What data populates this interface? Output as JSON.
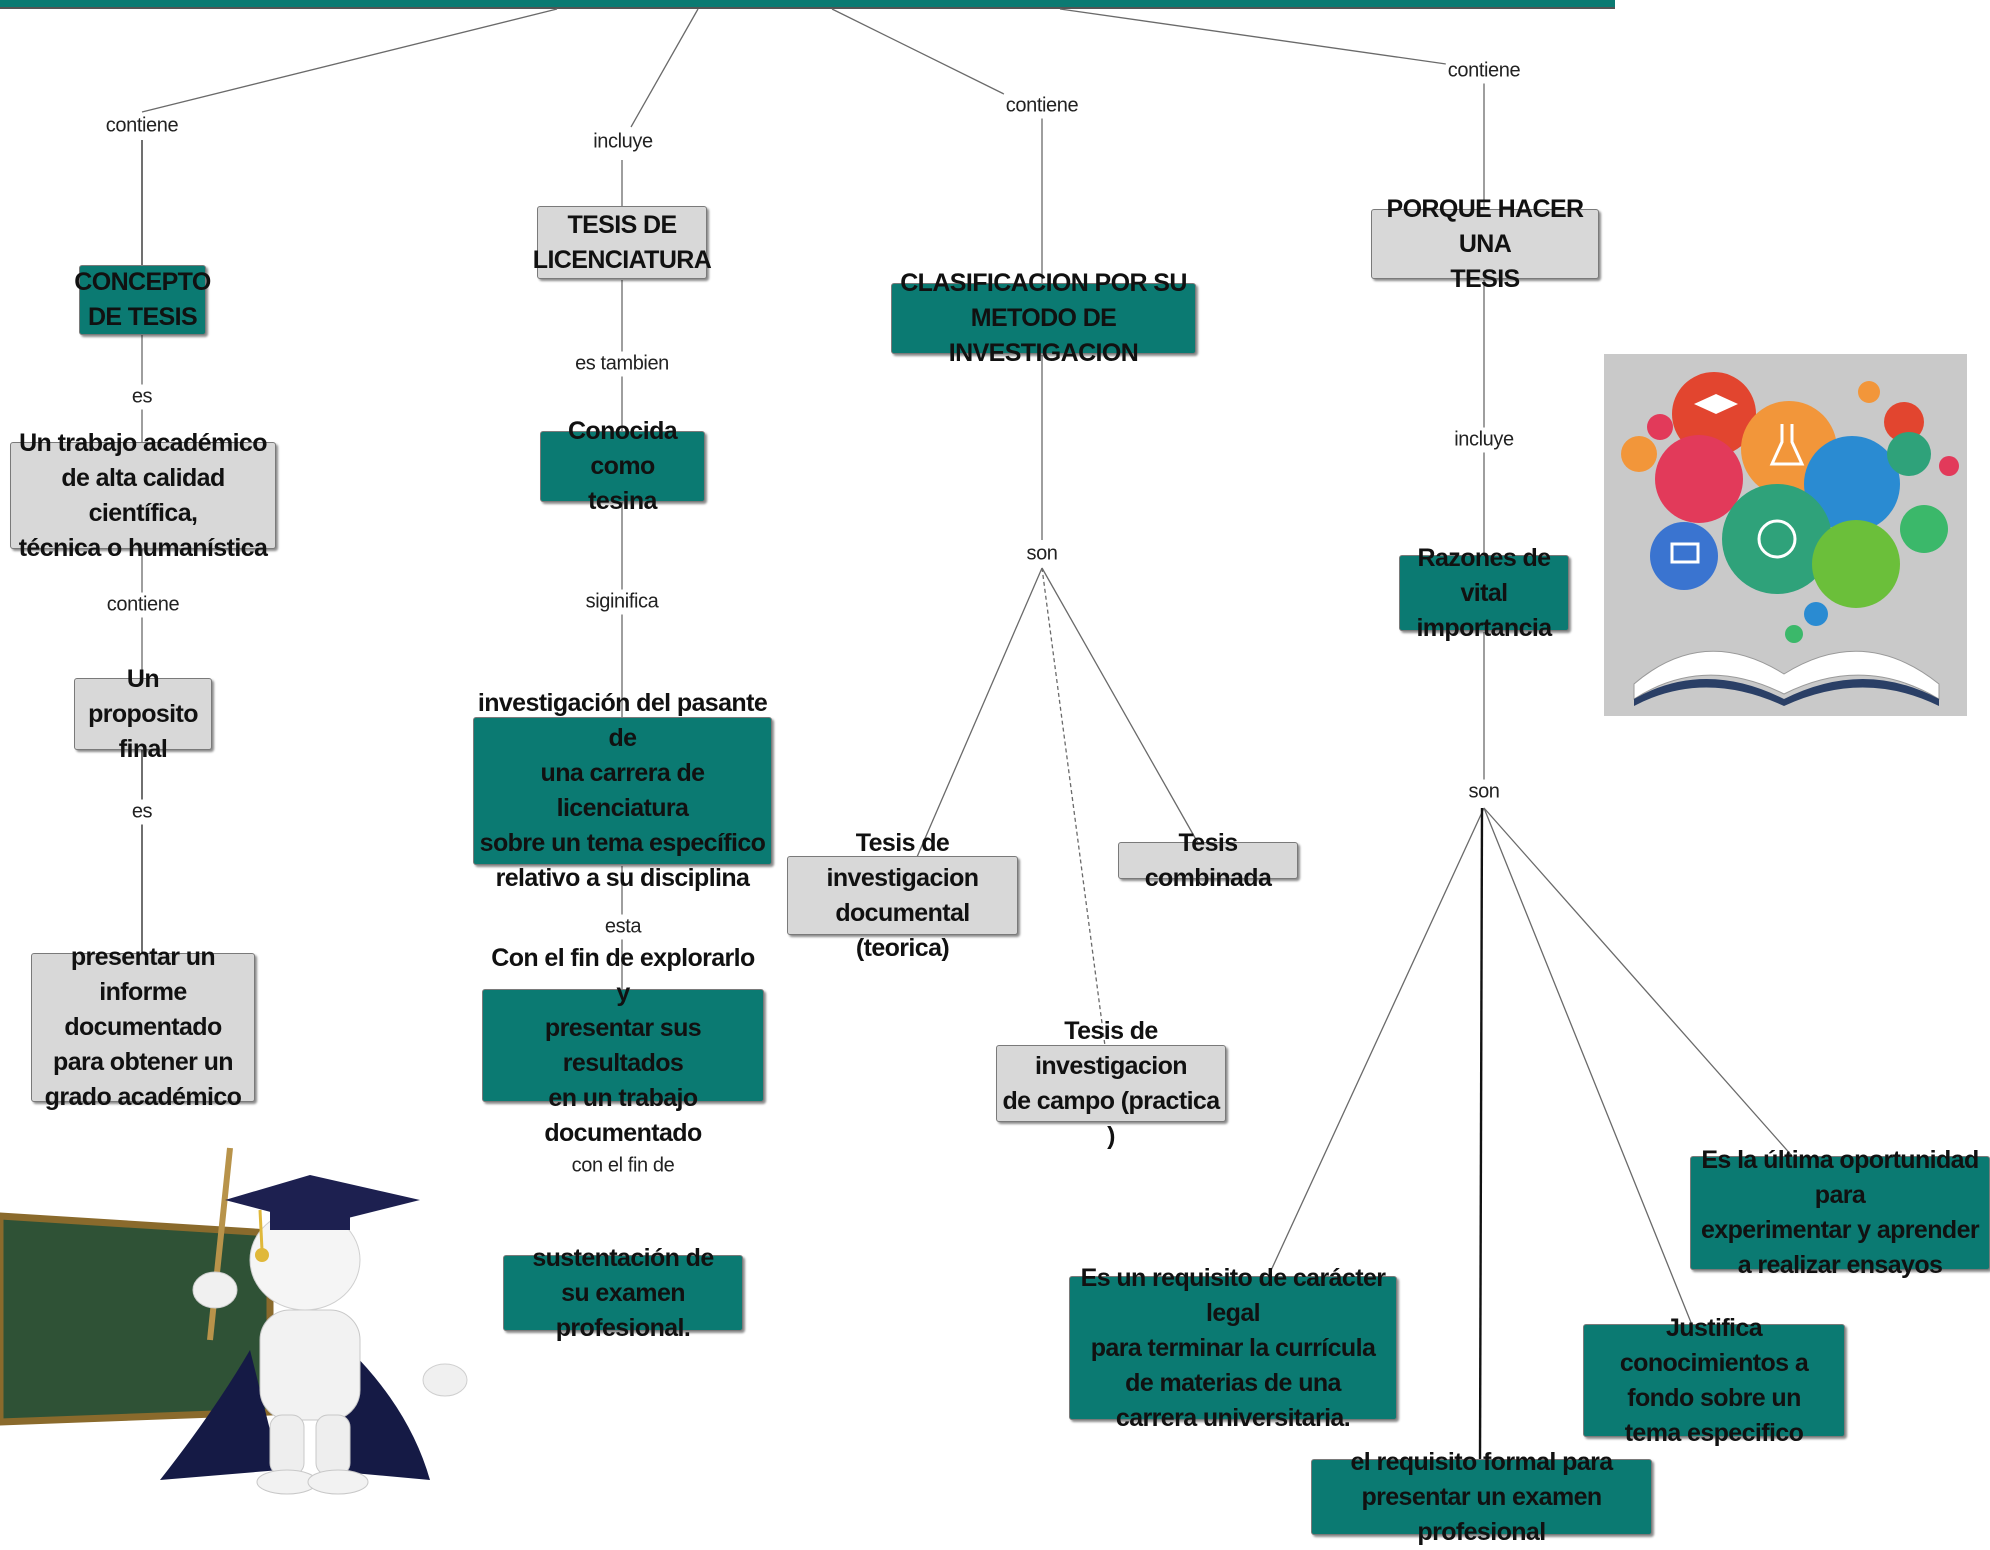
{
  "linking_words": {
    "contiene_1": "contiene",
    "incluye_1": "incluye",
    "contiene_2": "contiene",
    "contiene_3": "contiene",
    "es_1": "es",
    "contiene_4": "contiene",
    "es_2": "es",
    "es_tambien": "es tambien",
    "siginifica": "siginifica",
    "esta": "esta",
    "con_el_fin_de": "con el fin de",
    "son_1": "son",
    "incluye_2": "incluye",
    "son_2": "son"
  },
  "concepts": {
    "concepto_de_tesis": "CONCEPTO\nDE TESIS",
    "trabajo_academico": "Un trabajo académico\nde alta calidad científica,\ntécnica o humanística",
    "un_proposito_final": "Un proposito\nfinal",
    "presentar_informe": "presentar un informe\ndocumentado\npara obtener un\ngrado académico",
    "tesis_de_licenciatura": "TESIS DE\nLICENCIATURA",
    "conocida_como_tesina": "Conocida como\ntesina",
    "investigacion_pasante": "investigación del pasante de\nuna carrera de licenciatura\nsobre un tema específico\nrelativo a su disciplina",
    "con_el_fin_explorarlo": "Con el fin de explorarlo y\npresentar sus resultados\nen un trabajo documentado",
    "sustentacion": "sustentación de\nsu examen profesional.",
    "clasificacion": "CLASIFICACION POR SU\nMETODO DE INVESTIGACION",
    "tesis_documental": "Tesis de investigacion\ndocumental (teorica)",
    "tesis_combinada": "Tesis combinada",
    "tesis_campo": "Tesis de investigacion\nde campo (practica )",
    "porque_hacer_tesis": "PORQUE HACER UNA\nTESIS",
    "razones": "Razones de vital\nimportancia",
    "requisito_legal": "Es un requisito de carácter legal\npara terminar la currícula\nde materias de una\ncarrera universitaria.",
    "requisito_formal": "el requisito formal para\npresentar un examen profesional",
    "justifica": "Justifica conocimientos a\nfondo sobre un\ntema especifico",
    "ultima_oportunidad": "Es la última oportunidad para\nexperimentar y aprender\na realizar ensayos"
  },
  "colors": {
    "teal_node": "#0b7a72",
    "grey_node": "#d8d8d8",
    "link_line": "#555555"
  },
  "illustrations": {
    "education_icons": "education-icons-book-illustration",
    "graduate": "graduate-figure-chalkboard-illustration"
  }
}
